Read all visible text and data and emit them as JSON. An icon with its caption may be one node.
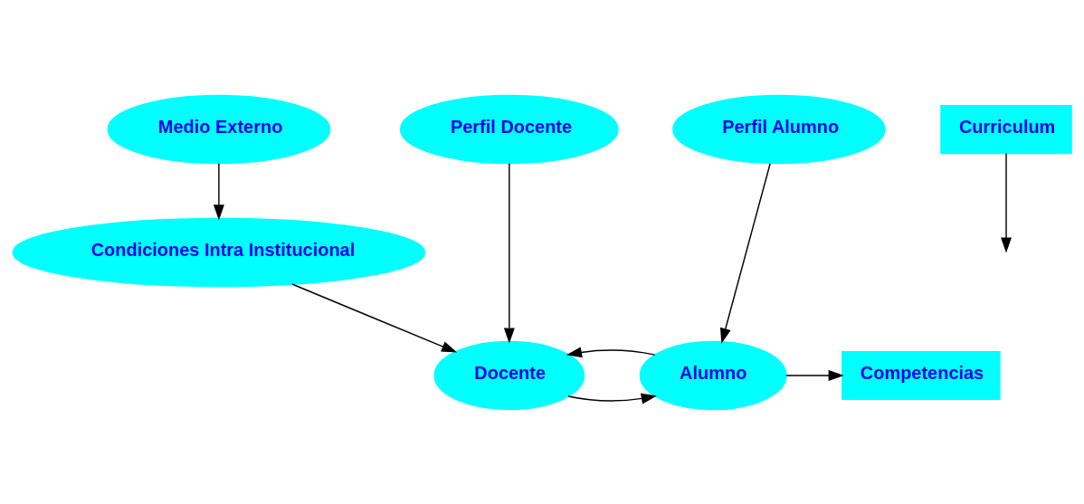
{
  "diagram": {
    "nodes": [
      {
        "text": [
          "Medio Externo"
        ]
      },
      {
        "text": [
          "Perfil Docente"
        ]
      },
      {
        "text": [
          "Perfil Alumno"
        ]
      },
      {
        "text": [
          "Docente"
        ]
      },
      {
        "text": [
          "Alumno"
        ]
      },
      {
        "text": [
          "Competencias"
        ]
      },
      {
        "text": [
          "Condiciones Intra Institucional"
        ]
      },
      {
        "text": [
          "Curriculum"
        ]
      }
    ],
    "edges": [
      {
        "from": 0,
        "to": 6,
        "arrow": "to"
      },
      {
        "from": 6,
        "to": 3,
        "arrow": "to"
      },
      {
        "from": 1,
        "to": 3,
        "arrow": "to"
      },
      {
        "from": 2,
        "to": 4,
        "arrow": "to"
      },
      {
        "from": 3,
        "to": 4,
        "arrow": "to"
      },
      {
        "from": 4,
        "to": 3,
        "arrow": "to"
      },
      {
        "from": 4,
        "to": 5,
        "arrow": "to"
      },
      {
        "from": 7,
        "to": null,
        "arrow": "to"
      }
    ]
  }
}
